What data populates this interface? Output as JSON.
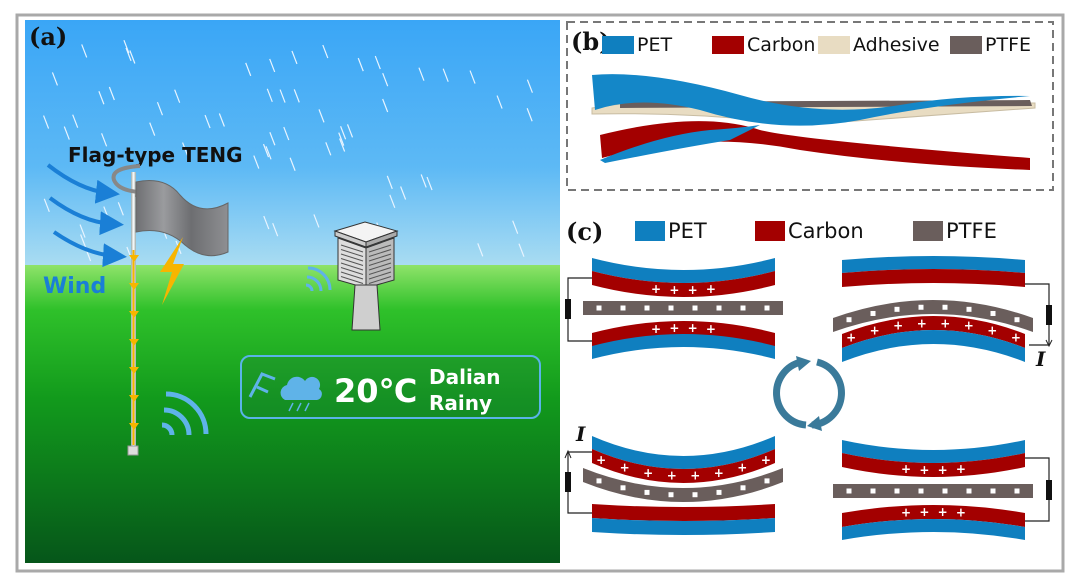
{
  "panels": {
    "a": {
      "label": "(a)",
      "flag_title": "Flag-type TENG",
      "wind_label": "Wind",
      "display": {
        "temperature": "20℃",
        "city": "Dalian",
        "weather": "Rainy"
      },
      "icons": [
        "wind-vane-icon",
        "rain-cloud-icon",
        "wireless-signal-icon",
        "lightning-icon",
        "weather-station-icon",
        "rotation-arrow-icon"
      ]
    },
    "b": {
      "label": "(b)",
      "legend": [
        {
          "name": "PET",
          "color": "#0f7fbf"
        },
        {
          "name": "Carbon",
          "color": "#a30000"
        },
        {
          "name": "Adhesive",
          "color": "#e8dcc2"
        },
        {
          "name": "PTFE",
          "color": "#6a5e5c"
        }
      ]
    },
    "c": {
      "label": "(c)",
      "legend": [
        {
          "name": "PET",
          "color": "#0f7fbf"
        },
        {
          "name": "Carbon",
          "color": "#a30000"
        },
        {
          "name": "PTFE",
          "color": "#6a5e5c"
        }
      ],
      "current_label": "I",
      "cycle_icon": "cycle-arrows-icon"
    }
  },
  "colors": {
    "pet": "#0f7fbf",
    "carbon": "#a30000",
    "ptfe": "#6a5e5c",
    "adhesive": "#e8dcc2",
    "wind_blue": "#1a7fd6",
    "lightning": "#f7b500",
    "cycle": "#3a7a9a"
  }
}
